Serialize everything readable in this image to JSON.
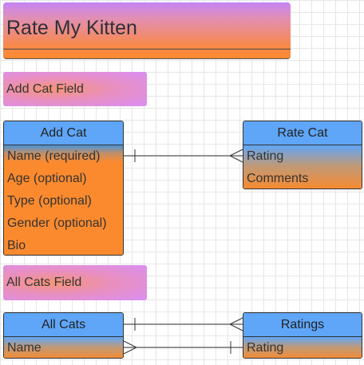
{
  "title": "Rate My Kitten",
  "add_cat_field_label": "Add Cat Field",
  "all_cats_field_label": "All Cats Field",
  "add_cat": {
    "header": "Add Cat",
    "rows": [
      "Name (required)",
      "Age (optional)",
      "Type (optional)",
      "Gender (optional)",
      "Bio"
    ]
  },
  "rate_cat": {
    "header": "Rate Cat",
    "rows": [
      "Rating",
      "Comments"
    ]
  },
  "all_cats": {
    "header": "All Cats",
    "rows": [
      "Name"
    ]
  },
  "ratings": {
    "header": "Ratings",
    "rows": [
      "Rating"
    ]
  },
  "colors": {
    "header_blue": "#5fa6f8",
    "body_orange": "#fb8a2e",
    "field_pink": "#d98ff3"
  }
}
